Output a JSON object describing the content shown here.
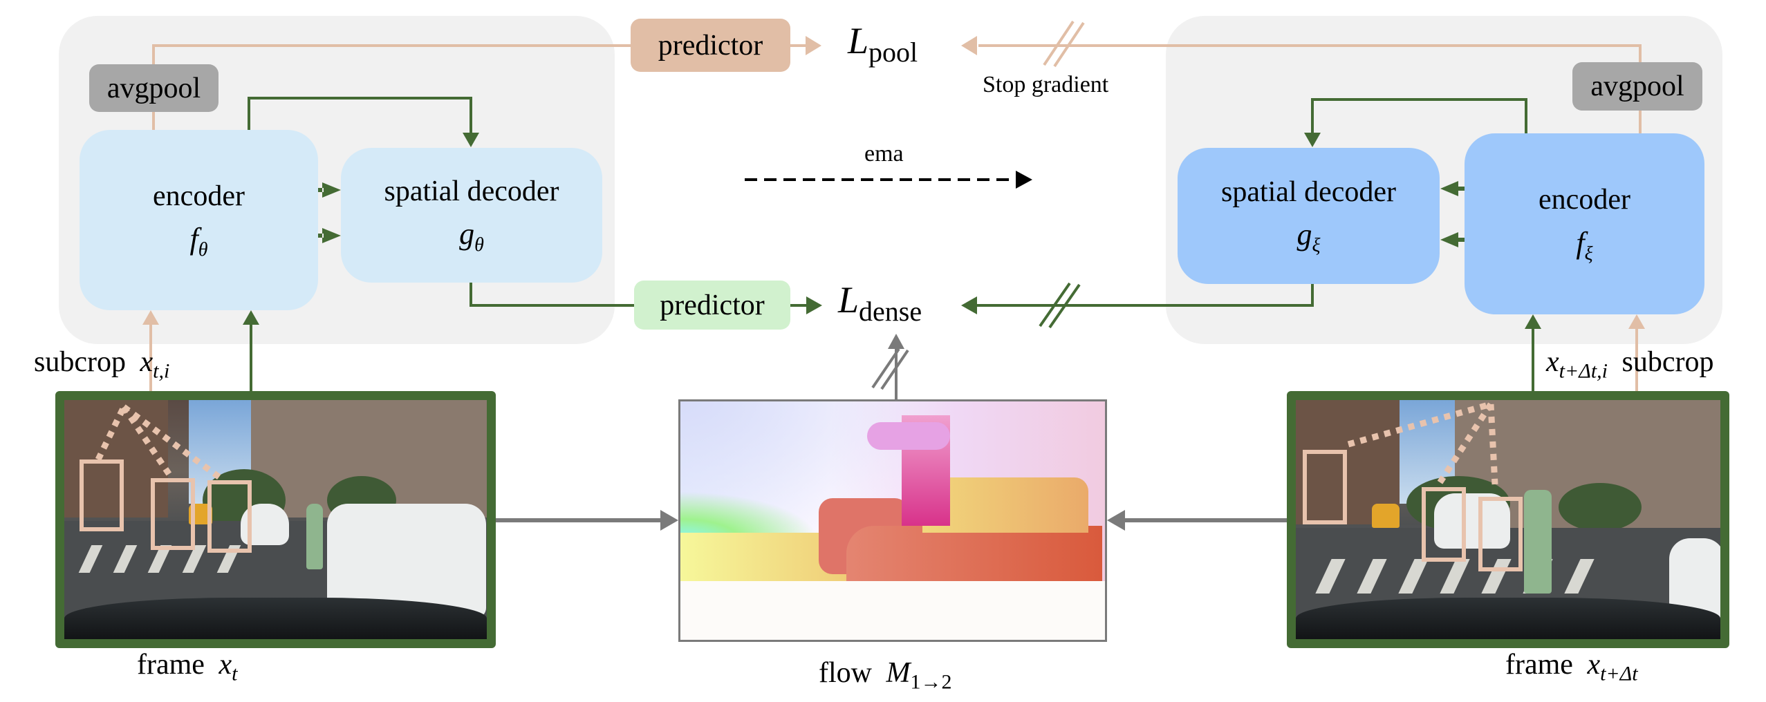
{
  "diagram": {
    "type": "self-supervised video representation learning pipeline",
    "online_branch": {
      "encoder": {
        "label": "encoder",
        "symbol": "f",
        "subscript": "θ"
      },
      "decoder": {
        "label": "spatial decoder",
        "symbol": "g",
        "subscript": "θ"
      },
      "avgpool": "avgpool"
    },
    "target_branch": {
      "encoder": {
        "label": "encoder",
        "symbol": "f",
        "subscript": "ξ"
      },
      "decoder": {
        "label": "spatial decoder",
        "symbol": "g",
        "subscript": "ξ"
      },
      "avgpool": "avgpool"
    },
    "predictors": {
      "pool": "predictor",
      "dense": "predictor"
    },
    "losses": {
      "pool": {
        "symbol": "L",
        "subscript": "pool"
      },
      "dense": {
        "symbol": "L",
        "subscript": "dense"
      }
    },
    "annotations": {
      "stop_gradient": "Stop gradient",
      "ema": "ema"
    },
    "inputs": {
      "left_subcrop": {
        "word": "subcrop",
        "symbol": "x",
        "subscript": "t,i"
      },
      "right_subcrop": {
        "word": "subcrop",
        "symbol": "x",
        "subscript": "t+Δt,i"
      },
      "left_frame": {
        "word": "frame",
        "symbol": "x",
        "subscript": "t"
      },
      "right_frame": {
        "word": "frame",
        "symbol": "x",
        "subscript": "t+Δt"
      },
      "flow": {
        "word": "flow",
        "symbol": "M",
        "subscript": "1→2"
      }
    },
    "colors": {
      "panel_bg": "#f1f1f1",
      "online_block": "#d5eaf8",
      "target_block": "#9ec8fb",
      "avgpool": "#a7a7a7",
      "pool_path": "#e1bea6",
      "dense_path": "#446b34",
      "dense_predictor": "#d1f1ce",
      "flow_arrows": "#7a7a7a",
      "crop_boxes": "#e8c3ad"
    }
  }
}
